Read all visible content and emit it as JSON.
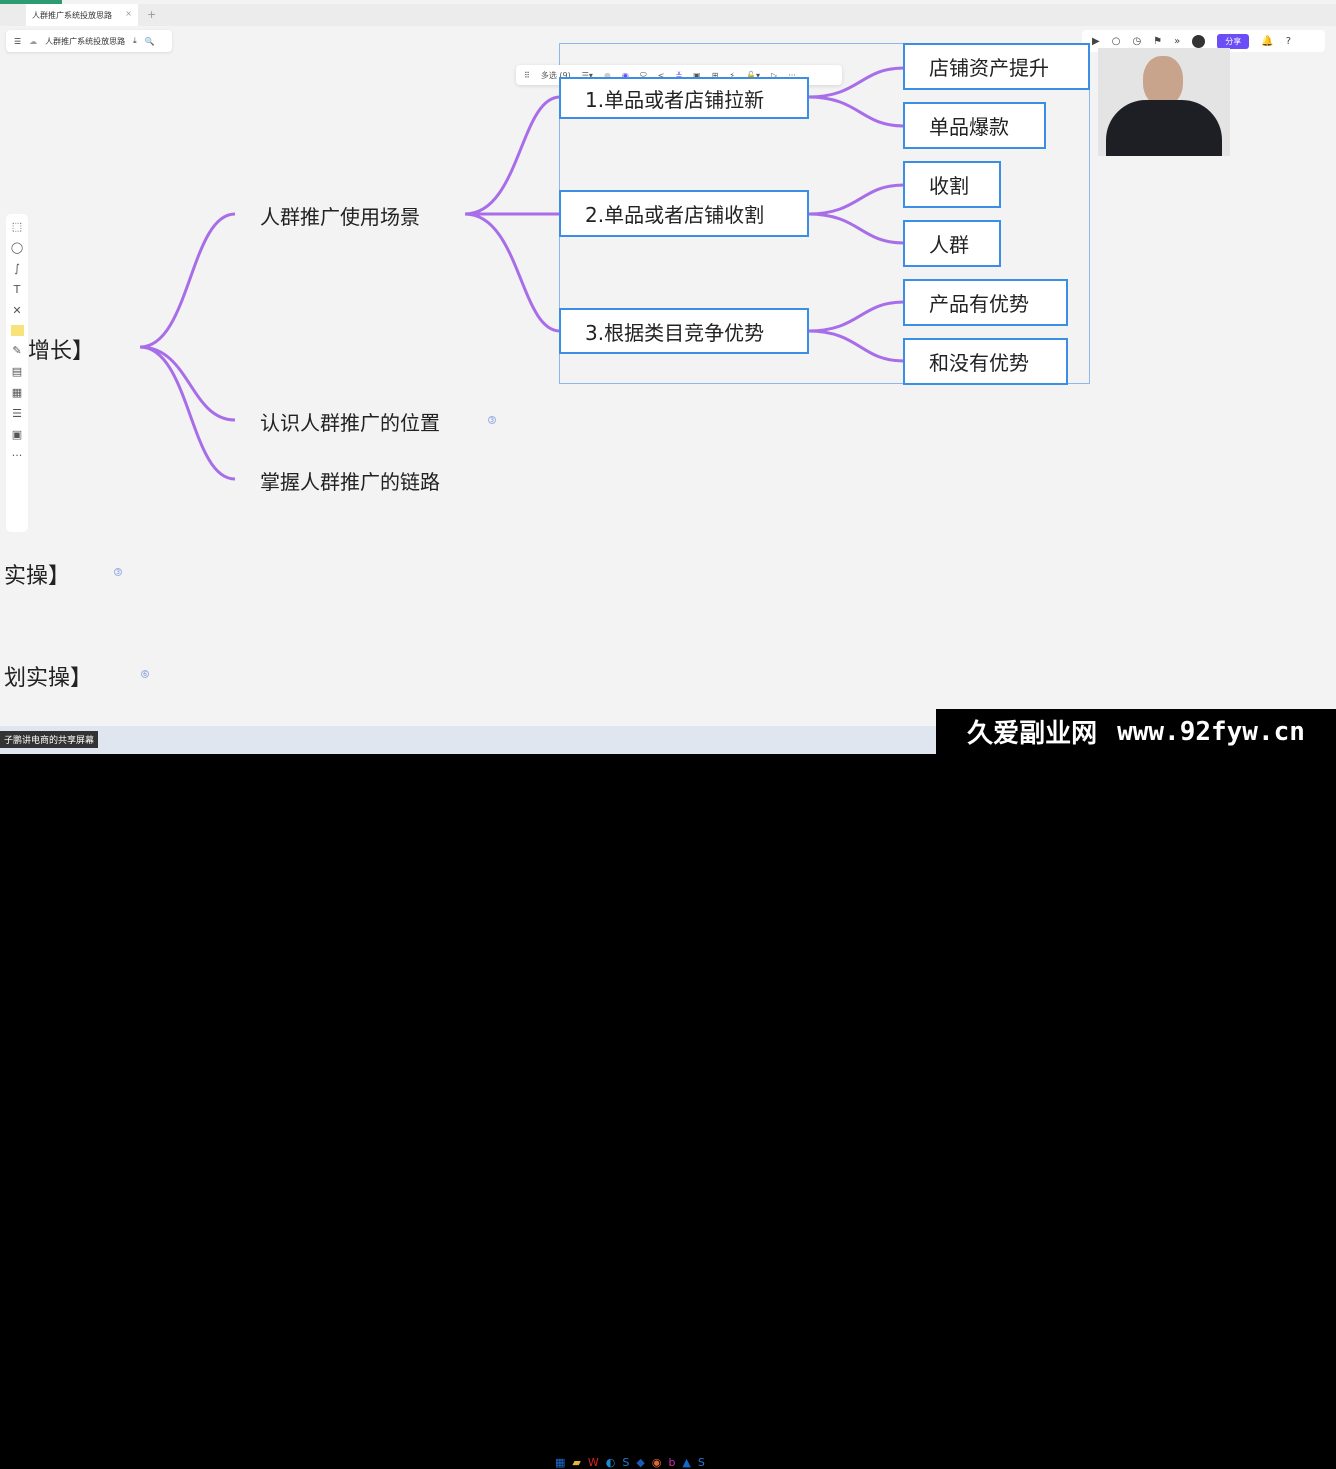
{
  "tab": {
    "title": "人群推广系统投放思路",
    "close": "×",
    "new": "+"
  },
  "docbar": {
    "menu": "☰",
    "cloud": "☁",
    "title": "人群推广系统投放思路",
    "download": "⤓",
    "search": "🔍"
  },
  "floattool": {
    "multi": "多选 (9)",
    "more": "···"
  },
  "rightbar": {
    "share": "分享"
  },
  "mindmap": {
    "root_parts": [
      "增长】",
      "实操】",
      "划实操】"
    ],
    "level1": [
      "人群推广使用场景",
      "认识人群推广的位置",
      "掌握人群推广的链路"
    ],
    "level2": [
      "1.单品或者店铺拉新",
      "2.单品或者店铺收割",
      "3.根据类目竞争优势"
    ],
    "level3": [
      "店铺资产提升",
      "单品爆款",
      "收割",
      "人群",
      "产品有优势",
      "和没有优势"
    ],
    "badges": [
      "3",
      "6",
      "3"
    ],
    "accent": "#a86de8",
    "box_border": "#3a8ee6"
  },
  "taskbar": {
    "caption": "子鹏讲电商的共享屏幕"
  },
  "watermark": {
    "site": "久爱副业网",
    "url": "www.92fyw.cn"
  }
}
